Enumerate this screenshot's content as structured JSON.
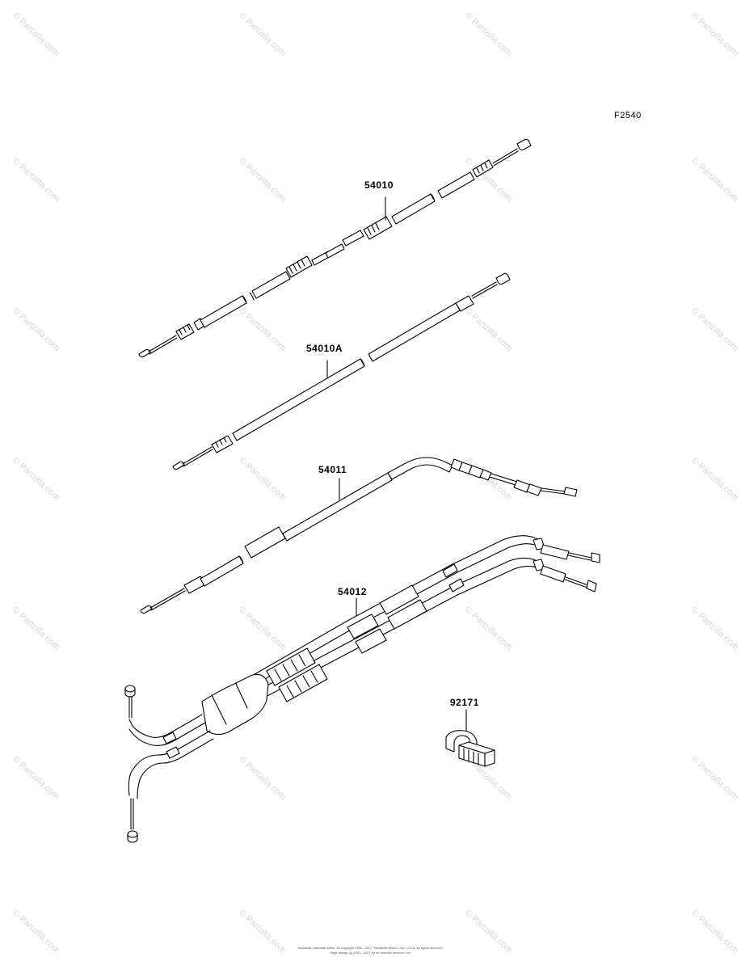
{
  "figure": {
    "code": "F2540"
  },
  "parts": [
    {
      "number": "54010"
    },
    {
      "number": "54010A"
    },
    {
      "number": "54011"
    },
    {
      "number": "54012"
    },
    {
      "number": "92171"
    }
  ],
  "watermark": {
    "text": "Partzilla.com"
  },
  "footer": {
    "line1": "Kawasaki materials within, all copyright 1995 - 2017, Kawasaki Motor Corp, U.S.A. All rights reserved.",
    "line2": "Page design (c) 2001 - 2017 by ari network services, inc."
  },
  "colors": {
    "line": "#000000",
    "watermark": "#d7d7d7"
  }
}
